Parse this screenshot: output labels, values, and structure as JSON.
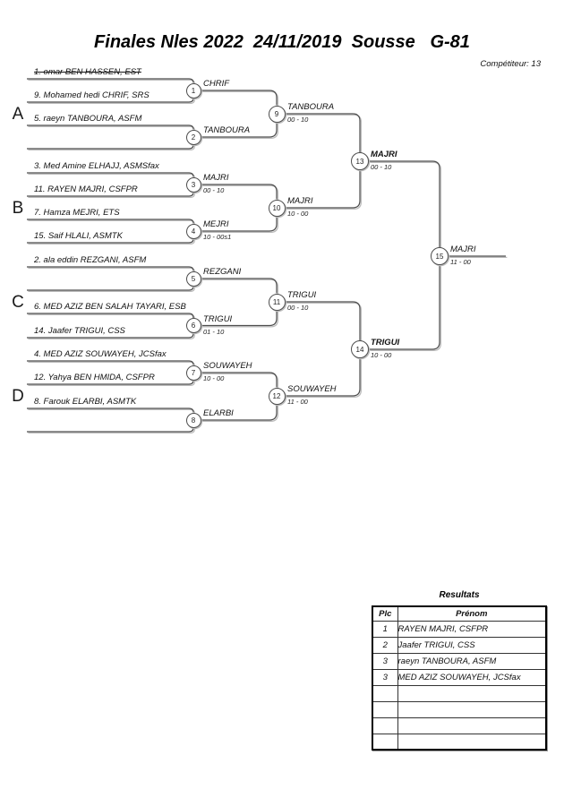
{
  "header": {
    "title": "Finales Nles 2022  24/11/2019  Sousse   G-81",
    "competitor_label": "Compétiteur: 13"
  },
  "sections": [
    {
      "label": "A"
    },
    {
      "label": "B"
    },
    {
      "label": "C"
    },
    {
      "label": "D"
    }
  ],
  "bracket": {
    "players": [
      {
        "label": "1. omar BEN HASSEN, EST",
        "struck": true
      },
      {
        "label": "9. Mohamed hedi CHRIF, SRS"
      },
      {
        "label": "5. raeyn TANBOURA, ASFM"
      },
      {
        "label": ""
      },
      {
        "label": "3. Med Amine ELHAJJ, ASMSfax"
      },
      {
        "label": "11. RAYEN MAJRI, CSFPR"
      },
      {
        "label": "7. Hamza MEJRI, ETS"
      },
      {
        "label": "15. Saif HLALI, ASMTK"
      },
      {
        "label": "2. ala eddin REZGANI, ASFM"
      },
      {
        "label": ""
      },
      {
        "label": "6. MED AZIZ BEN SALAH TAYARI, ESB"
      },
      {
        "label": "14. Jaafer TRIGUI, CSS"
      },
      {
        "label": "4. MED AZIZ SOUWAYEH, JCSfax"
      },
      {
        "label": "12. Yahya BEN HMIDA, CSFPR"
      },
      {
        "label": "8. Farouk ELARBI, ASMTK"
      },
      {
        "label": ""
      }
    ],
    "matches": [
      {
        "num": "1",
        "winner": "CHRIF",
        "score": ""
      },
      {
        "num": "2",
        "winner": "TANBOURA",
        "score": ""
      },
      {
        "num": "3",
        "winner": "MAJRI",
        "score": "00 - 10"
      },
      {
        "num": "4",
        "winner": "MEJRI",
        "score": "10 - 00s1"
      },
      {
        "num": "5",
        "winner": "REZGANI",
        "score": ""
      },
      {
        "num": "6",
        "winner": "TRIGUI",
        "score": "01 - 10"
      },
      {
        "num": "7",
        "winner": "SOUWAYEH",
        "score": "10 - 00"
      },
      {
        "num": "8",
        "winner": "ELARBI",
        "score": ""
      },
      {
        "num": "9",
        "winner": "TANBOURA",
        "score": "00 - 10"
      },
      {
        "num": "10",
        "winner": "MAJRI",
        "score": "10 - 00"
      },
      {
        "num": "11",
        "winner": "TRIGUI",
        "score": "00 - 10"
      },
      {
        "num": "12",
        "winner": "SOUWAYEH",
        "score": "11 - 00"
      },
      {
        "num": "13",
        "winner": "MAJRI",
        "score": "00 - 10"
      },
      {
        "num": "14",
        "winner": "TRIGUI",
        "score": "10 - 00"
      },
      {
        "num": "15",
        "winner": "MAJRI",
        "score": "11 - 00"
      }
    ]
  },
  "results": {
    "title": "Resultats",
    "columns": {
      "plc": "Plc",
      "name": "Prénom"
    },
    "rows": [
      {
        "plc": "1",
        "name": "RAYEN MAJRI, CSFPR"
      },
      {
        "plc": "2",
        "name": "Jaafer TRIGUI, CSS"
      },
      {
        "plc": "3",
        "name": "raeyn TANBOURA, ASFM"
      },
      {
        "plc": "3",
        "name": "MED AZIZ SOUWAYEH, JCSfax"
      },
      {
        "plc": "",
        "name": ""
      },
      {
        "plc": "",
        "name": ""
      },
      {
        "plc": "",
        "name": ""
      },
      {
        "plc": "",
        "name": ""
      }
    ]
  }
}
